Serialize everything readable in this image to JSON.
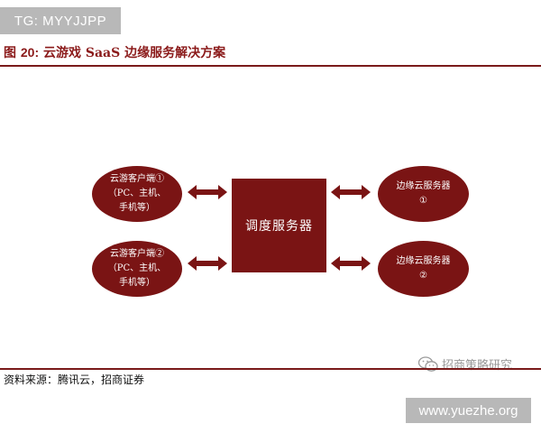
{
  "watermark_top": "TG: MYYJJPP",
  "figure": {
    "label": "图",
    "number": "20:",
    "title": "云游戏 SaaS 边缘服务解决方案"
  },
  "diagram": {
    "client1": [
      "云游客户端①",
      "（PC、主机、",
      "手机等）"
    ],
    "client2": [
      "云游客户端②",
      "（PC、主机、",
      "手机等）"
    ],
    "scheduler": "调度服务器",
    "edge1": [
      "边缘云服务器",
      "①"
    ],
    "edge2": [
      "边缘云服务器",
      "②"
    ],
    "node_color": "#7a1414"
  },
  "source": "资料来源：腾讯云，招商证券",
  "wechat_account": "招商策略研究",
  "watermark_bottom": "www.yuezhe.org"
}
